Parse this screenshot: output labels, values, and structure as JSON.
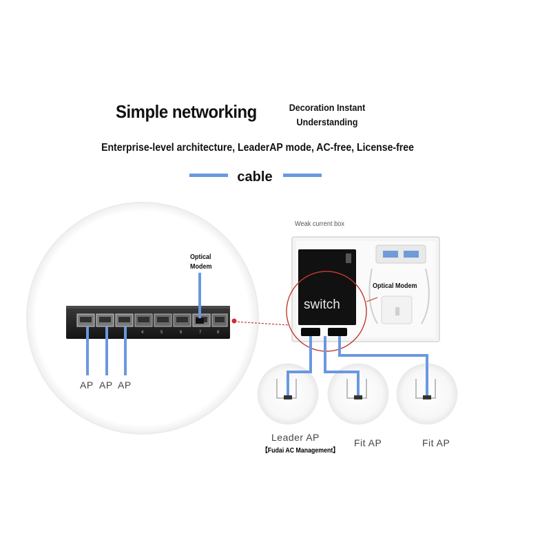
{
  "header": {
    "title": "Simple networking",
    "decoration_line1": "Decoration Instant",
    "decoration_line2": "Understanding",
    "subtitle": "Enterprise-level architecture, LeaderAP mode, AC-free, License-free",
    "cable_label": "cable"
  },
  "left_diagram": {
    "optical_modem_line1": "Optical",
    "optical_modem_line2": "Modem",
    "ap_labels": [
      "AP",
      "AP",
      "AP"
    ],
    "port_numbers": [
      "4",
      "5",
      "6",
      "7",
      "8"
    ]
  },
  "right_diagram": {
    "box_caption": "Weak current box",
    "switch_label": "switch",
    "optical_modem_label": "Optical Modem",
    "leader_ap_label": "Leader AP",
    "leader_ap_sub": "【Fudai AC Management】",
    "fit_ap_labels": [
      "Fit AP",
      "Fit AP"
    ]
  },
  "colors": {
    "cable_blue": "#6a98e0",
    "highlight_red": "#c0392b",
    "switch_body": "#202020",
    "box_frame": "#e6e6e6"
  }
}
